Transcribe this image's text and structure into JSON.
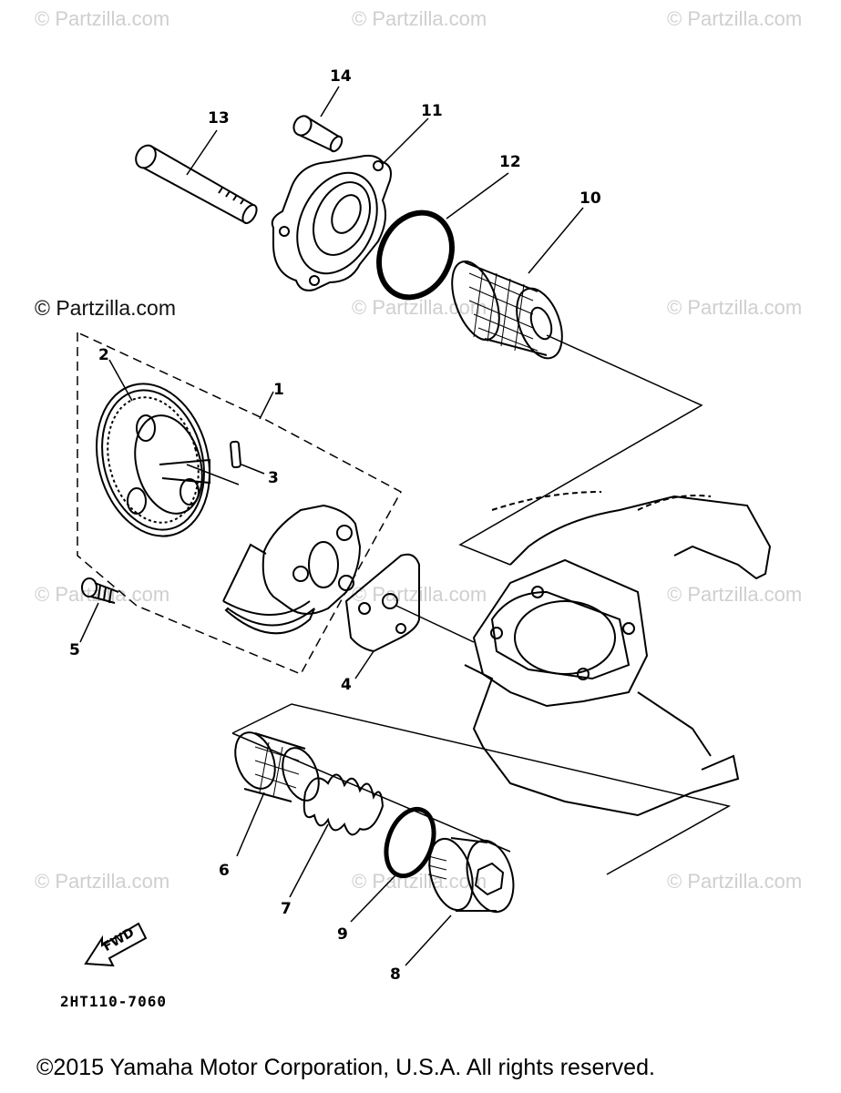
{
  "watermarks": [
    "© Partzilla.com",
    "© Partzilla.com",
    "© Partzilla.com",
    "© Partzilla.com",
    "© Partzilla.com",
    "© Partzilla.com",
    "© Partzilla.com",
    "© Partzilla.com",
    "© Partzilla.com",
    "© Partzilla.com",
    "© Partzilla.com",
    "© Partzilla.com"
  ],
  "callouts": [
    "1",
    "2",
    "3",
    "4",
    "5",
    "6",
    "7",
    "8",
    "9",
    "10",
    "11",
    "12",
    "13",
    "14"
  ],
  "fwd_label": "FWD",
  "diagram_code": "2HT110-7060",
  "copyright": "©2015  Yamaha Motor Corporation, U.S.A. All rights reserved."
}
